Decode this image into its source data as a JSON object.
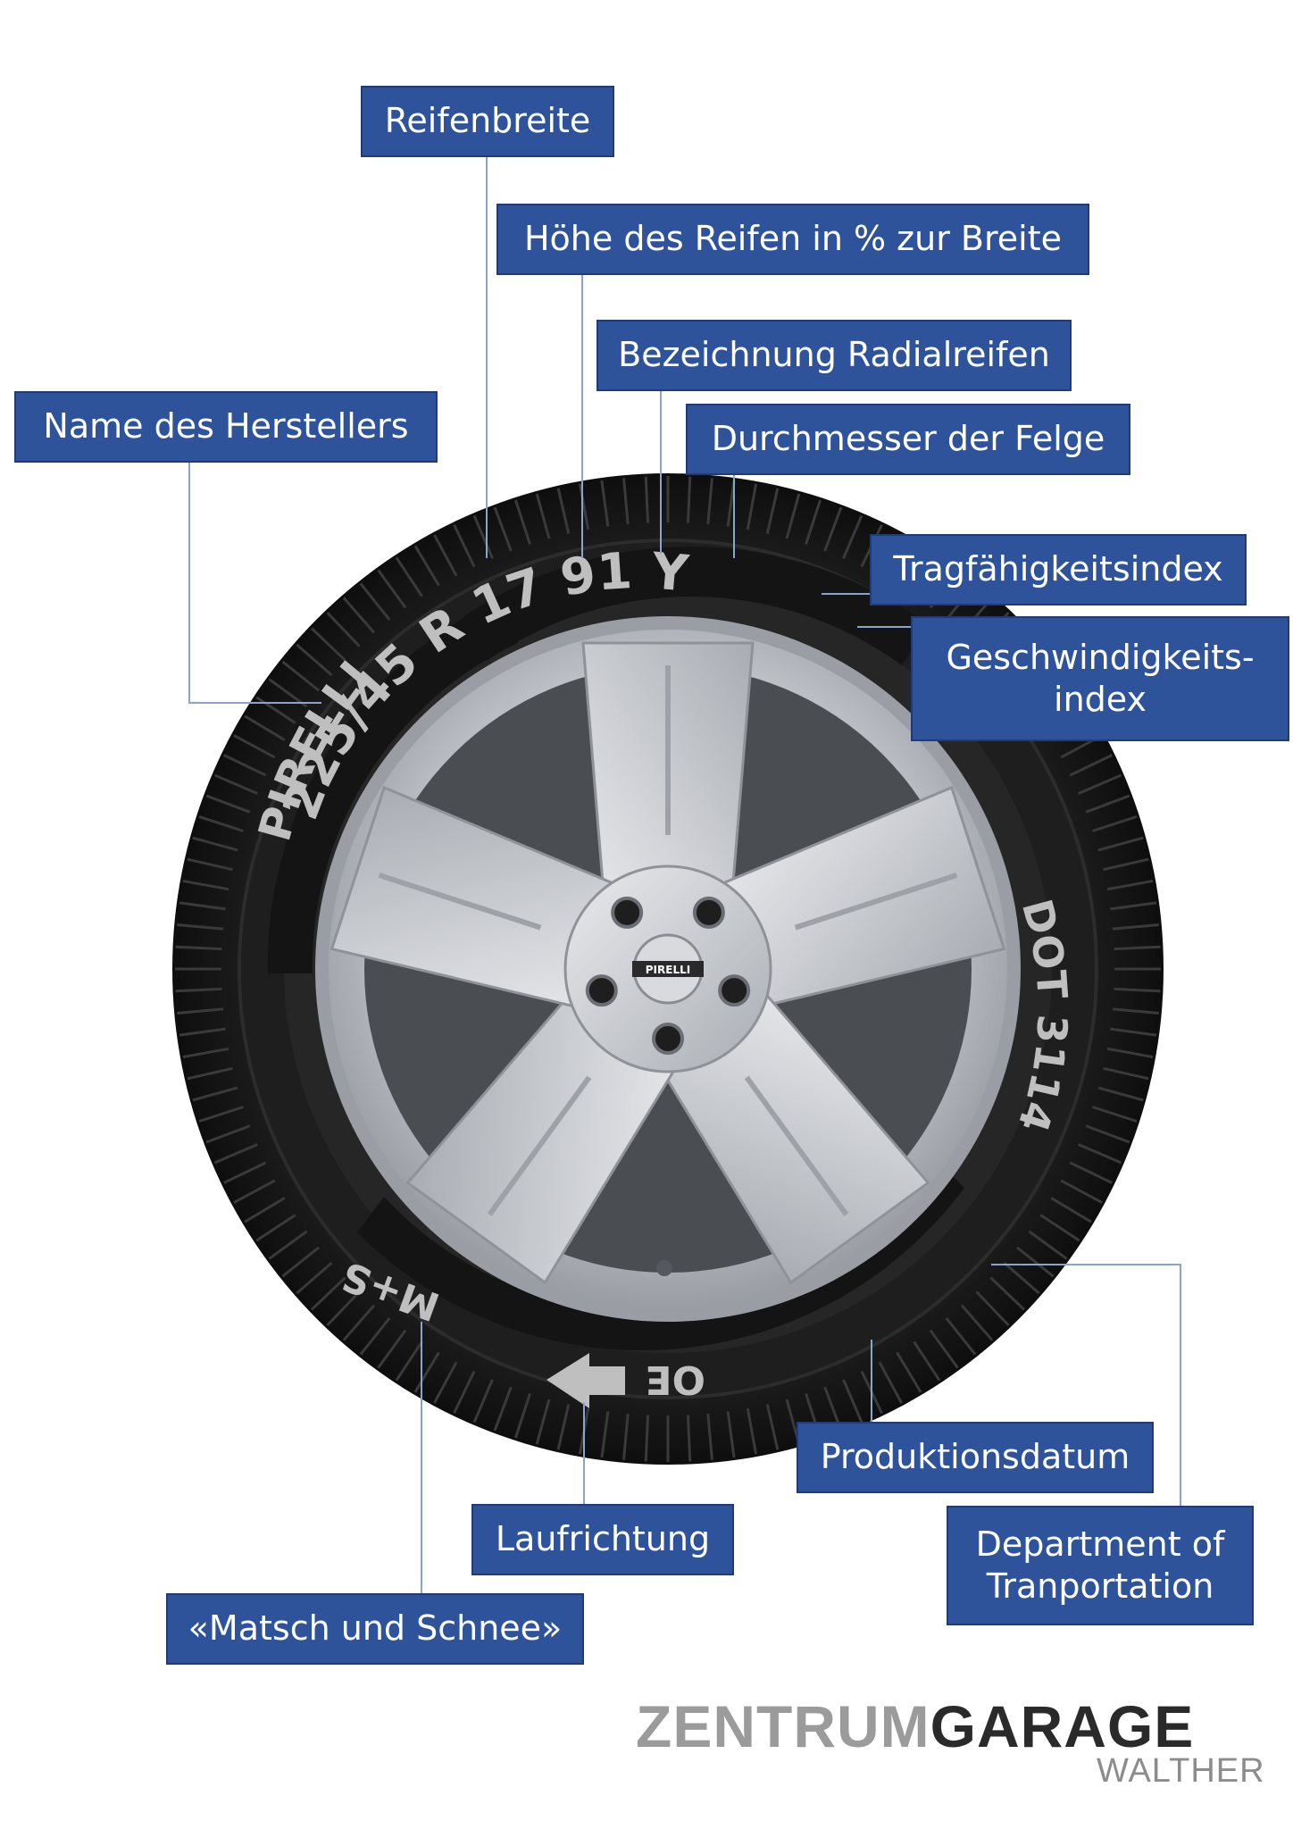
{
  "labels": {
    "reifenbreite": "Reifenbreite",
    "hoehe": "Höhe des Reifen in % zur Breite",
    "radial": "Bezeichnung Radialreifen",
    "hersteller": "Name des Herstellers",
    "felge": "Durchmesser der Felge",
    "tragfaehigkeit": "Tragfähigkeitsindex",
    "geschwindigkeit": "Geschwindigkeits-\nindex",
    "produktion": "Produktionsdatum",
    "laufrichtung": "Laufrichtung",
    "dot": "Department of\nTranportation",
    "matsch": "«Matsch und Schnee»"
  },
  "tire": {
    "size_marking": "225/45 R 17 91 Y",
    "brand": "PIRELLI",
    "hub_brand": "PIRELLI",
    "dot_marking": "DOT 3114",
    "oe_marking": "OE",
    "ms_marking": "M+S"
  },
  "brand": {
    "part1": "ZENTRUM",
    "part2": "GARAGE",
    "sub": "WALTHER"
  },
  "colors": {
    "label_bg": "#2e539b",
    "connector": "#8aa3cf",
    "tire": "#1c1c1c",
    "rim": "#c9ccd0"
  }
}
